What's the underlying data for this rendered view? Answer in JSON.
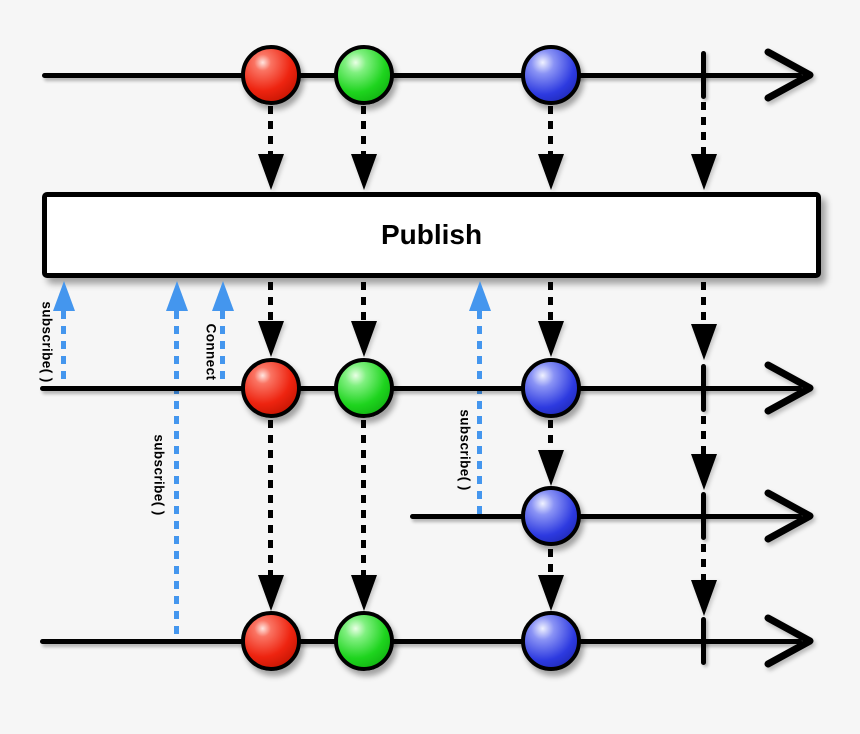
{
  "operator": {
    "label": "Publish"
  },
  "annotations": {
    "subscribe_left": "subscribe( )",
    "subscribe_mid": "subscribe( )",
    "connect": "Connect",
    "subscribe_right": "subscribe( )"
  },
  "colors": {
    "marble_red": "#ee2410",
    "marble_green": "#1ed41e",
    "marble_blue": "#2d3ae0",
    "subscribe_arrow_blue": "#4496ee",
    "line": "#000000",
    "box_fill": "#ffffff",
    "background": "#f6f6f6"
  },
  "streams": {
    "source": {
      "events": [
        "red",
        "green",
        "blue",
        "complete"
      ]
    },
    "subscriber_1": {
      "events": [
        "red",
        "green",
        "blue",
        "complete"
      ]
    },
    "subscriber_2": {
      "events": [
        "blue",
        "complete"
      ]
    },
    "subscriber_3": {
      "events": [
        "red",
        "green",
        "blue",
        "complete"
      ]
    }
  }
}
